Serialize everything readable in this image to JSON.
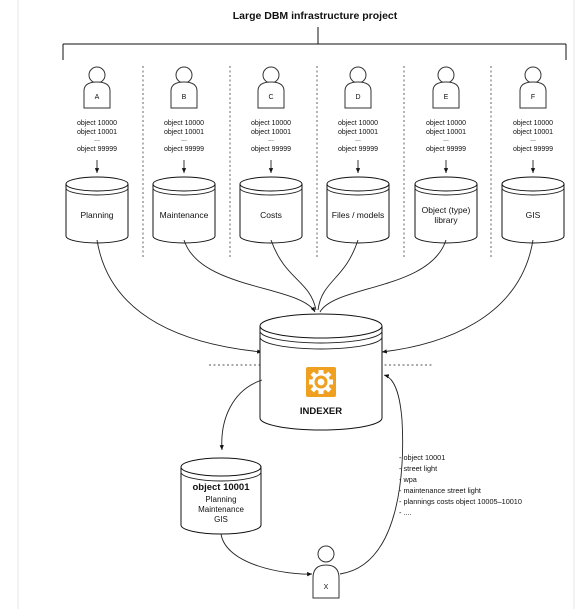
{
  "title": "Large DBM infrastructure project",
  "columns": [
    {
      "person": "A",
      "objects": [
        "object 10000",
        "object 10001",
        "...",
        "object 99999"
      ],
      "database": [
        "Planning"
      ]
    },
    {
      "person": "B",
      "objects": [
        "object 10000",
        "object 10001",
        "...",
        "object 99999"
      ],
      "database": [
        "Maintenance"
      ]
    },
    {
      "person": "C",
      "objects": [
        "object 10000",
        "object 10001",
        "...",
        "object 99999"
      ],
      "database": [
        "Costs"
      ]
    },
    {
      "person": "D",
      "objects": [
        "object 10000",
        "object 10001",
        "...",
        "object 99999"
      ],
      "database": [
        "Files / models"
      ]
    },
    {
      "person": "E",
      "objects": [
        "object 10000",
        "object 10001",
        "...",
        "object 99999"
      ],
      "database": [
        "Object (type)",
        "library"
      ]
    },
    {
      "person": "F",
      "objects": [
        "object 10000",
        "object 10001",
        "...",
        "object 99999"
      ],
      "database": [
        "GIS"
      ]
    }
  ],
  "indexer": {
    "label": "INDEXER",
    "icon": "gear-icon",
    "icon_color": "#f0a020"
  },
  "result_db": {
    "title": "object 10001",
    "lines": [
      "Planning",
      "Maintenance",
      "GIS"
    ]
  },
  "search_terms": [
    "- object 10001",
    "- street light",
    "- wpa",
    "- maintenance street light",
    "- plannings costs object 10005–10010",
    "- ...."
  ],
  "user": {
    "label": "X"
  }
}
